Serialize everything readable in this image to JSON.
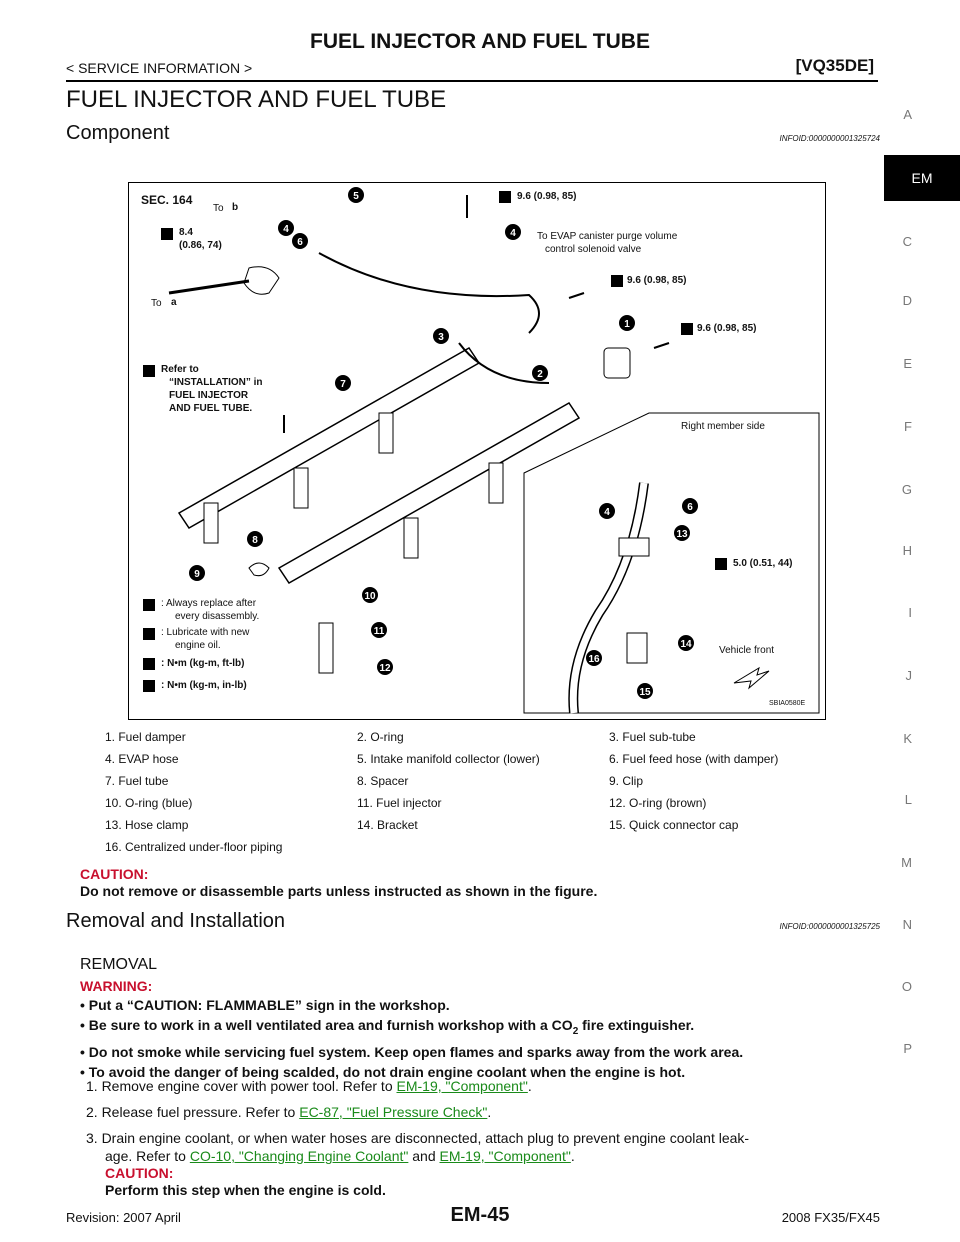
{
  "header": {
    "title": "FUEL INJECTOR AND FUEL TUBE",
    "breadcrumb": "< SERVICE INFORMATION >",
    "engine": "[VQ35DE]"
  },
  "page_title": "FUEL INJECTOR AND FUEL TUBE",
  "sidebar": {
    "letters": [
      "A",
      "C",
      "D",
      "E",
      "F",
      "G",
      "H",
      "I",
      "J",
      "K",
      "L",
      "M",
      "N",
      "O",
      "P"
    ],
    "active": "EM"
  },
  "component": {
    "heading": "Component",
    "infoid": "INFOID:0000000001325724"
  },
  "figure": {
    "sec": "SEC. 164",
    "to_b": "To",
    "b": "b",
    "a": "a",
    "to_a": "To",
    "torque_top": "9.6 (0.98, 85)",
    "torque_mid": "9.6 (0.98, 85)",
    "torque_right": "9.6 (0.98, 85)",
    "torque_left_1": "8.4",
    "torque_left_2": "(0.86, 74)",
    "evap_1": "To EVAP canister purge volume",
    "evap_2": "control solenoid valve",
    "refer_1": "Refer to",
    "refer_2": "“INSTALLATION” in",
    "refer_3": "FUEL INJECTOR",
    "refer_4": "AND FUEL TUBE.",
    "right_member": "Right member side",
    "torque_inset": "5.0 (0.51, 44)",
    "vehicle_front": "Vehicle front",
    "legend_replace_1": ": Always replace after",
    "legend_replace_2": "every disassembly.",
    "legend_lube_1": ": Lubricate with new",
    "legend_lube_2": "engine oil.",
    "legend_nm1": ": N•m (kg-m, ft-lb)",
    "legend_nm2": ": N•m (kg-m, in-lb)",
    "code": "SBIA0580E",
    "callouts": [
      "1",
      "2",
      "3",
      "4",
      "5",
      "6",
      "7",
      "8",
      "9",
      "10",
      "11",
      "12",
      "13",
      "14",
      "15",
      "16"
    ]
  },
  "legend_rows": [
    [
      "1.  Fuel damper",
      "2.  O-ring",
      "3.  Fuel sub-tube"
    ],
    [
      "4.  EVAP hose",
      "5.  Intake manifold collector (lower)",
      "6.  Fuel feed hose (with damper)"
    ],
    [
      "7.  Fuel tube",
      "8.  Spacer",
      "9.  Clip"
    ],
    [
      "10.  O-ring (blue)",
      "11.  Fuel injector",
      "12.  O-ring (brown)"
    ],
    [
      "13.  Hose clamp",
      "14.  Bracket",
      "15.  Quick connector cap"
    ],
    [
      "16.  Centralized under-floor piping",
      "",
      ""
    ]
  ],
  "caution1": {
    "label": "CAUTION:",
    "text": "Do not remove or disassemble parts unless instructed as shown in the figure."
  },
  "removal_installation": {
    "heading": "Removal and Installation",
    "infoid": "INFOID:0000000001325725"
  },
  "removal_label": "REMOVAL",
  "warning": {
    "label": "WARNING:",
    "items": [
      "Put a “CAUTION: FLAMMABLE” sign in the workshop.",
      "Be sure to work in a well ventilated area and furnish workshop with a CO",
      "Do not smoke while servicing fuel system. Keep open flames and sparks away from the work area.",
      "To avoid the danger of being scalded, do not drain engine coolant when the engine is hot."
    ],
    "co2_sub": "2",
    "co2_tail": " fire extinguisher."
  },
  "steps": {
    "s1_text": "1.  Remove engine cover with power tool. Refer to ",
    "s1_link": "EM-19, \"Component\"",
    "s1_end": ".",
    "s2_text": "2.  Release fuel pressure. Refer to ",
    "s2_link": "EC-87, \"Fuel Pressure Check\"",
    "s2_end": ".",
    "s3_text": "3.  Drain engine coolant, or when water hoses are disconnected, attach plug to prevent engine coolant leak-",
    "s3_text2": "age. Refer to ",
    "s3_link1": "CO-10, \"Changing Engine Coolant\"",
    "s3_and": " and ",
    "s3_link2": "EM-19, \"Component\"",
    "s3_end": ".",
    "s3_caution_label": "CAUTION:",
    "s3_caution_text": "Perform this step when the engine is cold."
  },
  "footer": {
    "revision": "Revision: 2007 April",
    "page": "EM-45",
    "model": "2008 FX35/FX45"
  }
}
